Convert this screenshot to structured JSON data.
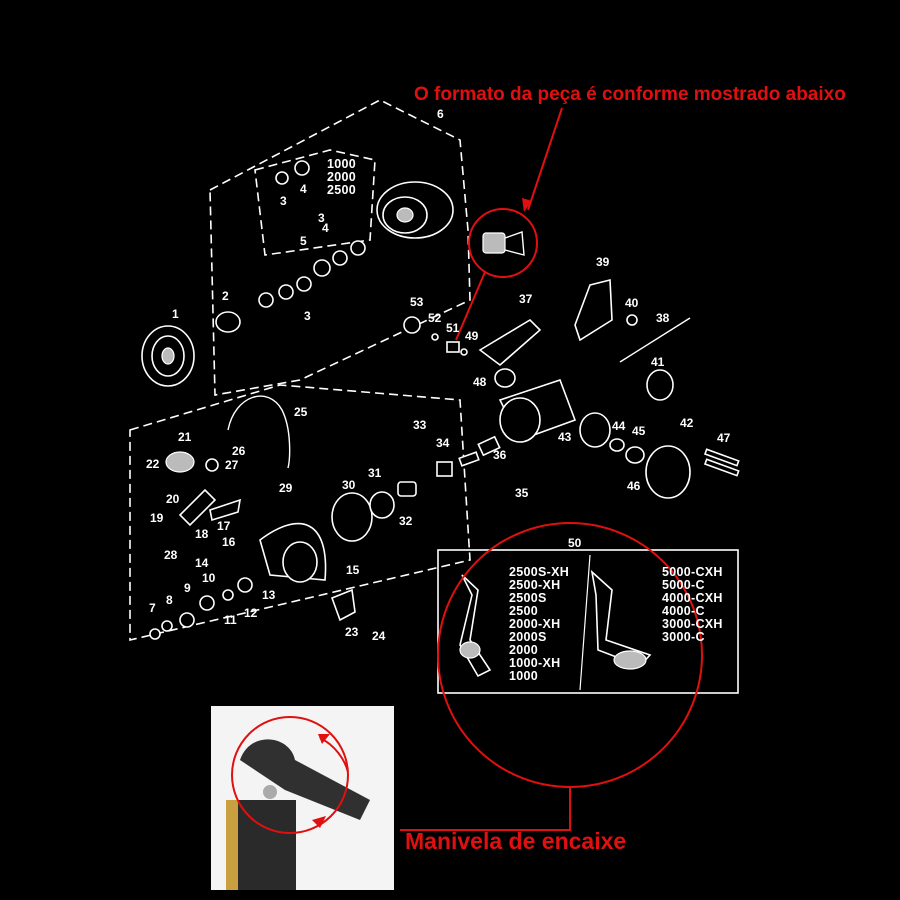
{
  "annotations": {
    "top_note": "O formato da peça é conforme mostrado abaixo",
    "bottom_note": "Manivela de encaixe"
  },
  "colors": {
    "background": "#000000",
    "line_art": "#ffffff",
    "annotation": "#e01010"
  },
  "part_numbers": [
    "1",
    "2",
    "3",
    "3",
    "3",
    "4",
    "4",
    "5",
    "6",
    "7",
    "8",
    "9",
    "10",
    "11",
    "12",
    "13",
    "14",
    "15",
    "16",
    "17",
    "18",
    "19",
    "20",
    "21",
    "22",
    "23",
    "24",
    "25",
    "26",
    "27",
    "28",
    "29",
    "30",
    "31",
    "32",
    "33",
    "34",
    "35",
    "36",
    "37",
    "38",
    "39",
    "40",
    "41",
    "42",
    "43",
    "44",
    "45",
    "46",
    "47",
    "48",
    "49",
    "50",
    "51",
    "52",
    "53"
  ],
  "spool_sizes": [
    "1000",
    "2000",
    "2500"
  ],
  "handle_models_left": [
    "2500S-XH",
    "2500-XH",
    "2500S",
    "2500",
    "2000-XH",
    "2000S",
    "2000",
    "1000-XH",
    "1000"
  ],
  "handle_models_right": [
    "5000-CXH",
    "5000-C",
    "4000-CXH",
    "4000-C",
    "3000-CXH",
    "3000-C"
  ]
}
